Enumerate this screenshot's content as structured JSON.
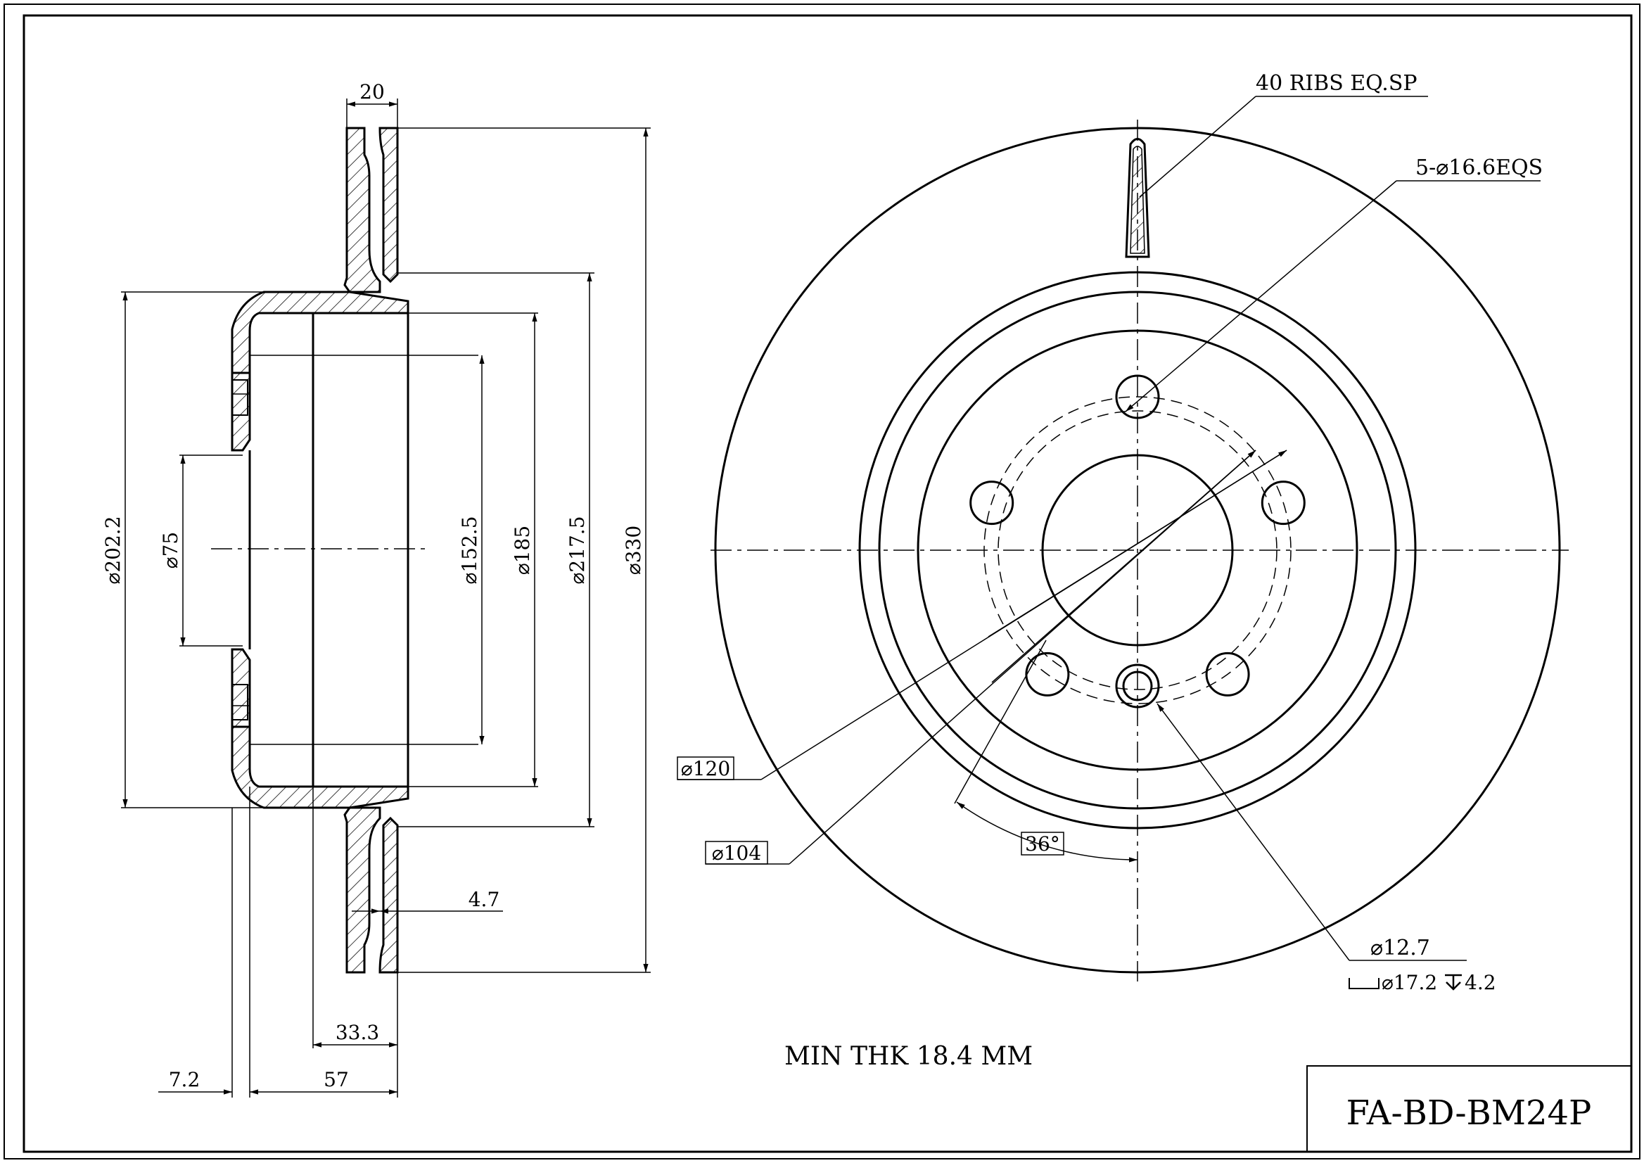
{
  "part_number": "FA-BD-BM24P",
  "notes": {
    "min_thickness": "MIN THK 18.4 MM"
  },
  "section_view": {
    "dimensions": {
      "disc_thickness": "20",
      "hat_diameter": "⌀202.2",
      "center_bore": "⌀75",
      "inner_diameter": "⌀152.5",
      "diameter_185": "⌀185",
      "diameter_217": "⌀217.5",
      "outer_diameter": "⌀330",
      "cheek_thickness": "4.7",
      "offset_33": "33.3",
      "hat_wall": "7.2",
      "total_height": "57"
    }
  },
  "front_view": {
    "callouts": {
      "ribs": "40 RIBS EQ.SP",
      "bolt_holes": "5-⌀16.6EQS",
      "diameter_120": "⌀120",
      "diameter_104": "⌀104",
      "angle": "36°",
      "hole_diameter": "⌀12.7",
      "counterbore_diameter": "⌀17.2",
      "counterbore_depth": "4.2"
    }
  }
}
